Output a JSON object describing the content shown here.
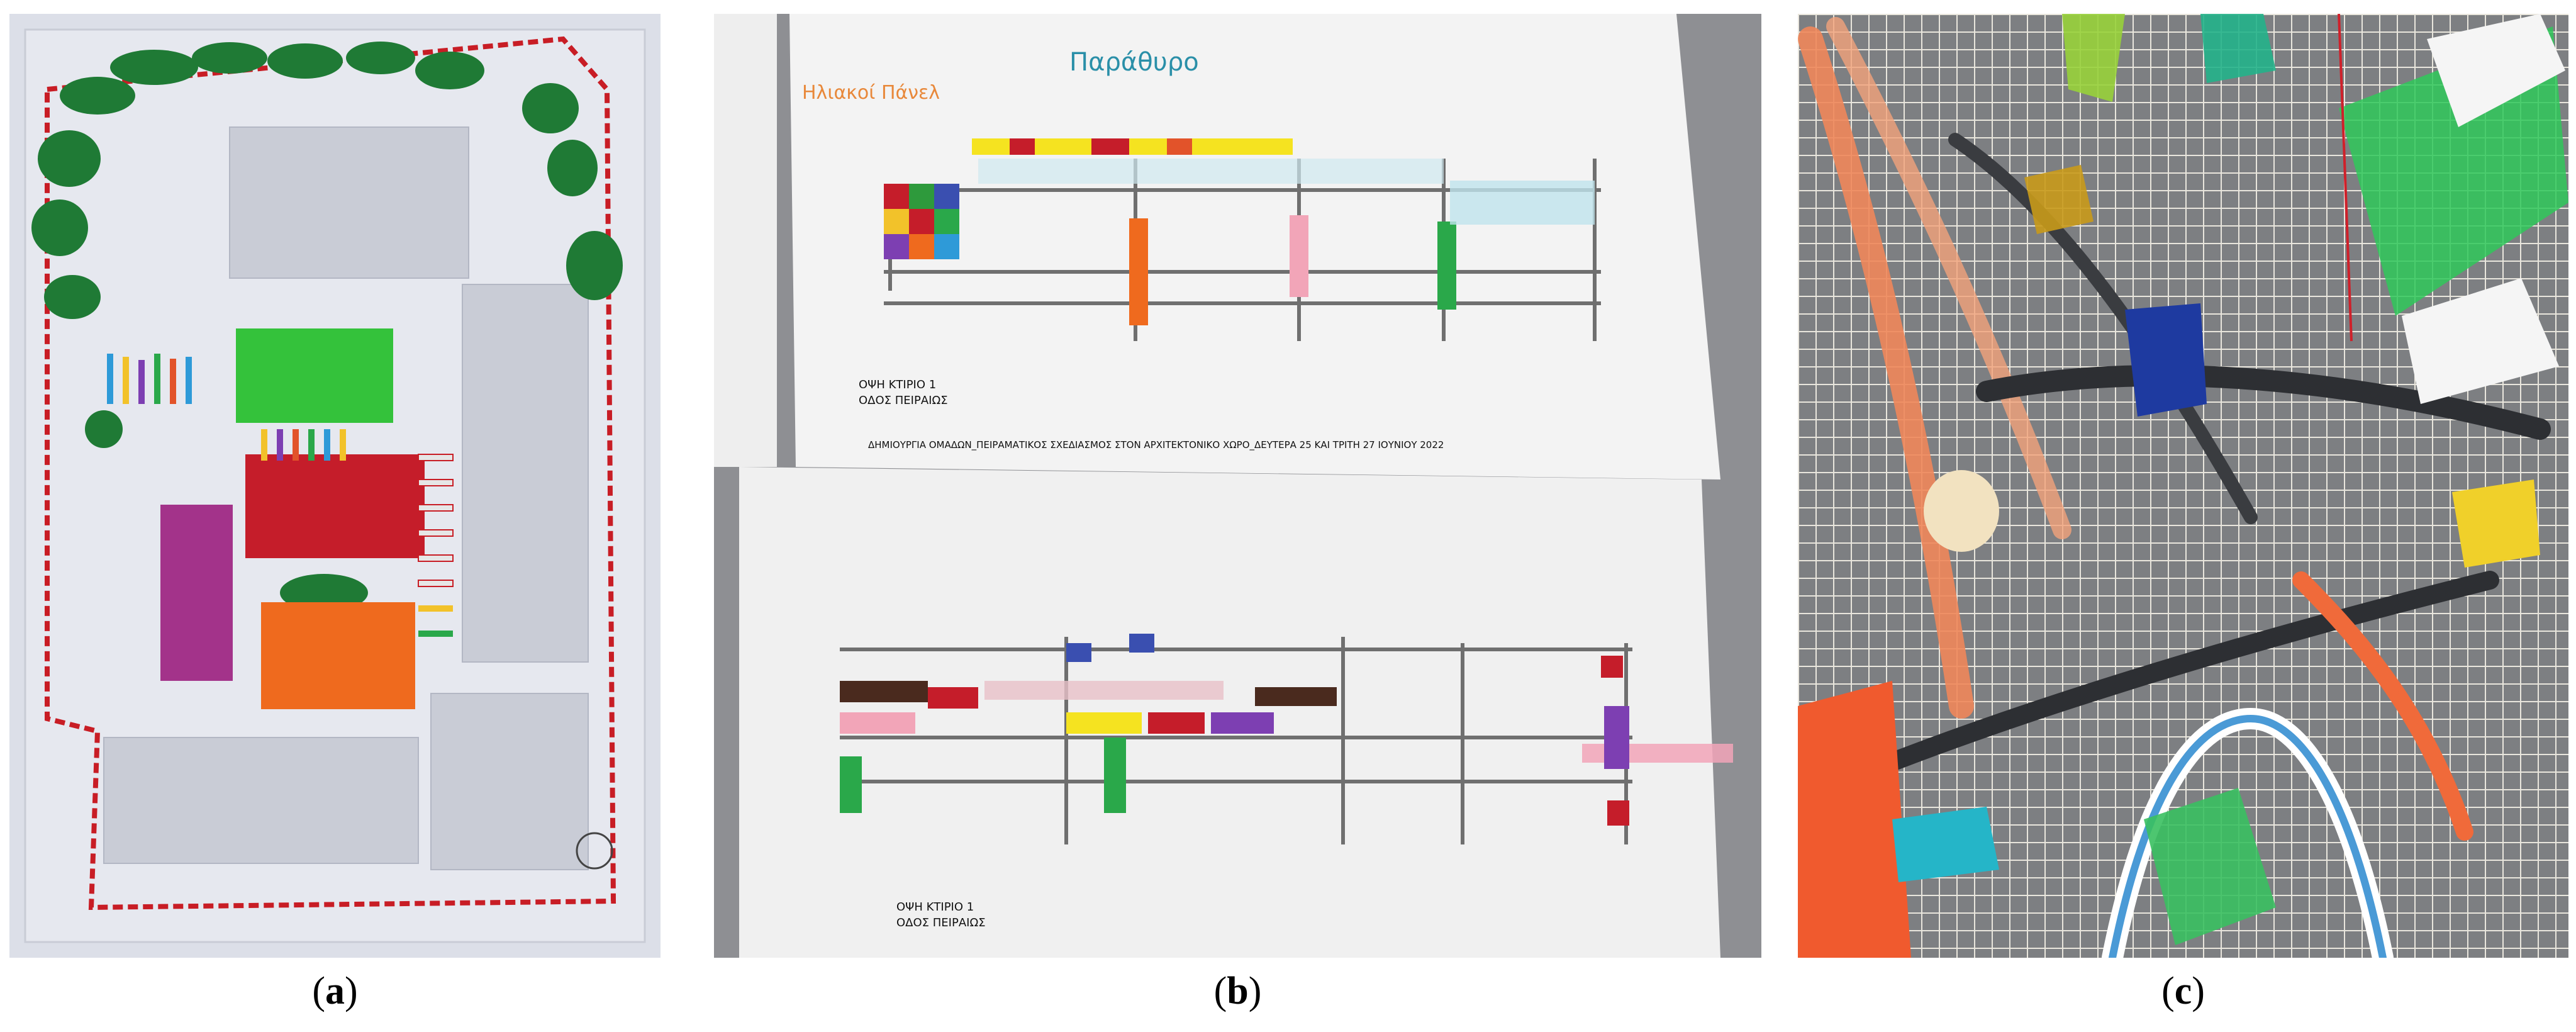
{
  "panels": [
    {
      "id": "a",
      "caption_open": "(",
      "caption_letter": "a",
      "caption_close": ")"
    },
    {
      "id": "b",
      "caption_open": "(",
      "caption_letter": "b",
      "caption_close": ")"
    },
    {
      "id": "c",
      "caption_open": "(",
      "caption_letter": "c",
      "caption_close": ")"
    }
  ],
  "panel_b": {
    "top_sheet": {
      "annotation_main": "Παράθυρο",
      "annotation_solar": "Ηλιακοί Πάνελ",
      "title_line1": "ΟΨΗ ΚΤΙΡΙΟ 1",
      "title_line2": "ΟΔΟΣ ΠΕΙΡΑΙΩΣ",
      "footer": "ΔΗΜΙΟΥΡΓΙΑ ΟΜΑΔΩΝ_ΠΕΙΡΑΜΑΤΙΚΟΣ ΣΧΕΔΙΑΣΜΟΣ ΣΤΟΝ ΑΡΧΙΤΕΚΤΟΝΙΚΟ ΧΩΡΟ_ΔΕΥΤΕΡΑ 25 ΚΑΙ ΤΡΙΤΗ 27 ΙΟΥΝΙΟΥ 2022"
    },
    "bottom_sheet": {
      "title_line1": "ΟΨΗ ΚΤΙΡΙΟ 1",
      "title_line2": "ΟΔΟΣ ΠΕΙΡΑΙΩΣ"
    }
  },
  "colors": {
    "felt_green": "#2e9a3c",
    "felt_red": "#c0192a",
    "felt_orange": "#ef6a1e",
    "felt_magenta": "#b0338e",
    "paper_green": "#2fbf3a",
    "annotation_orange": "#e8883a",
    "annotation_teal": "#2a8fa8"
  }
}
